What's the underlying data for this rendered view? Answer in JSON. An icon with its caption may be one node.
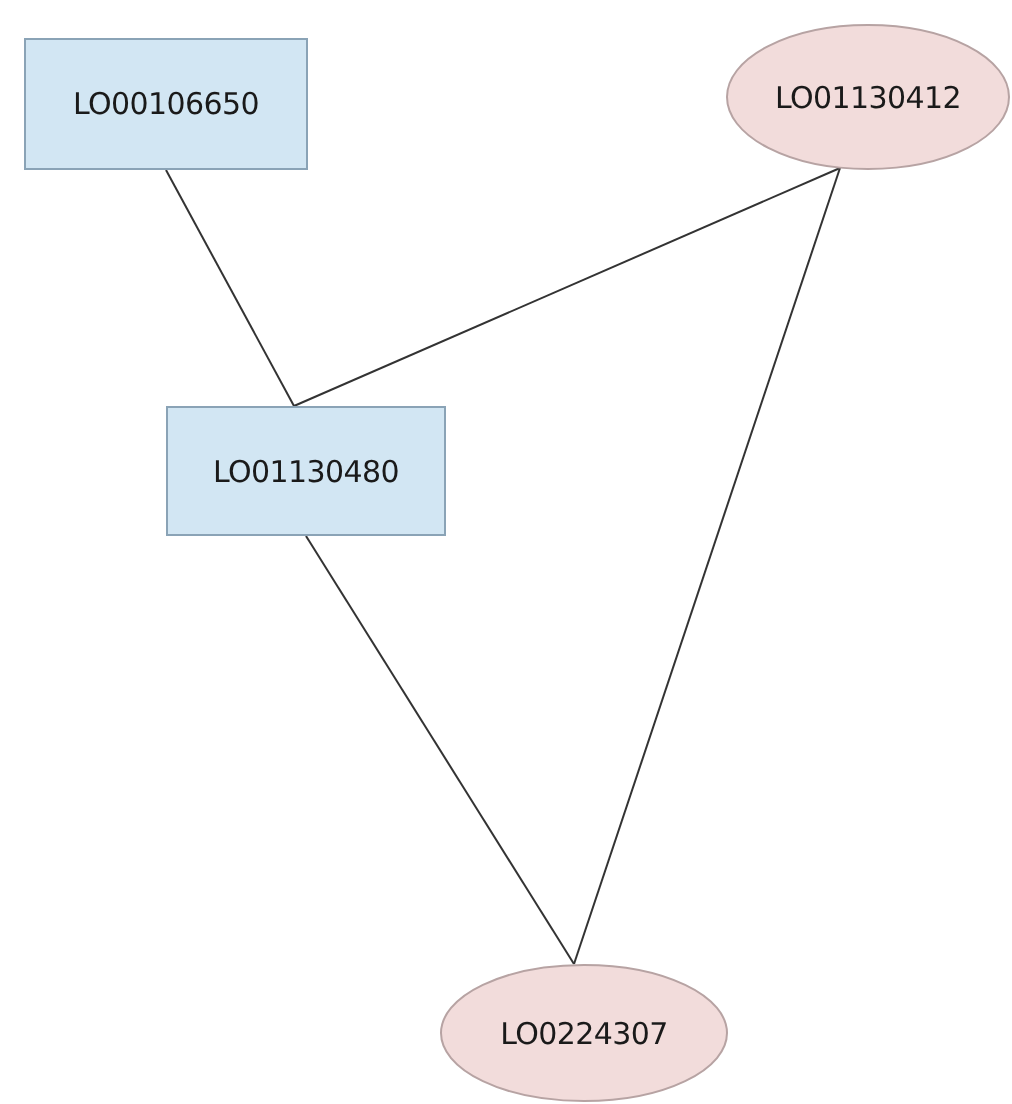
{
  "diagram": {
    "nodes": [
      {
        "text": [
          "LO00106650"
        ]
      },
      {
        "text": [
          "LO01130412"
        ]
      },
      {
        "text": [
          "LO01130480"
        ]
      },
      {
        "text": [
          "LO0224307"
        ]
      }
    ],
    "edges": [
      {
        "from": 0,
        "to": 2,
        "arrow": "none"
      },
      {
        "from": 1,
        "to": 2,
        "arrow": "none"
      },
      {
        "from": 1,
        "to": 3,
        "arrow": "none"
      },
      {
        "from": 2,
        "to": 3,
        "arrow": "none"
      }
    ]
  }
}
